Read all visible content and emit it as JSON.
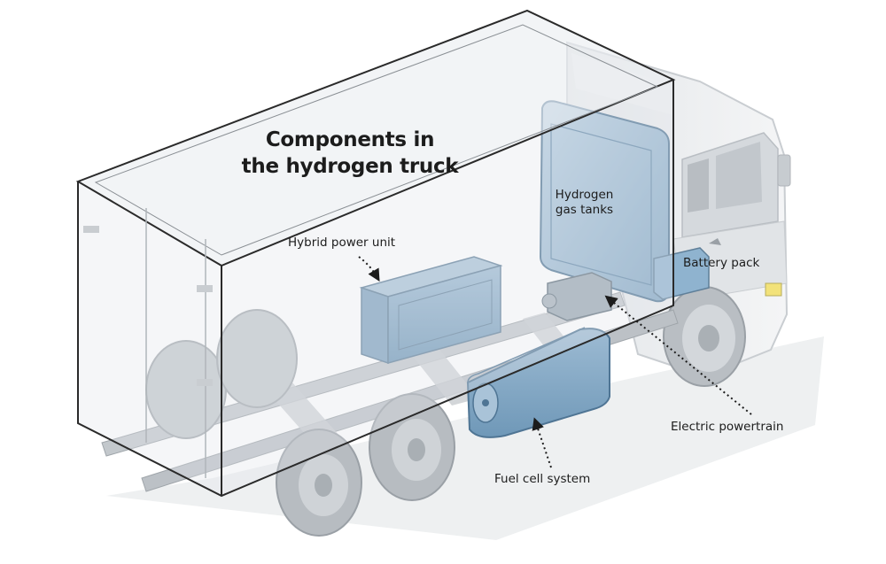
{
  "title": {
    "line1": "Components in",
    "line2": "the hydrogen truck"
  },
  "labels": {
    "hydrogen_tanks_line1": "Hydrogen",
    "hydrogen_tanks_line2": "gas tanks",
    "hybrid_power_unit": "Hybrid power unit",
    "battery_pack": "Battery pack",
    "electric_powertrain": "Electric powertrain",
    "fuel_cell_system": "Fuel cell system"
  },
  "colors": {
    "component_blue": "#8fb3cf",
    "component_blue_dark": "#5f8bad",
    "truck_gray": "#cfd3d7",
    "truck_light": "#e9ebed",
    "outline": "#2a2a2a",
    "ground_shadow": "#eceeef"
  }
}
